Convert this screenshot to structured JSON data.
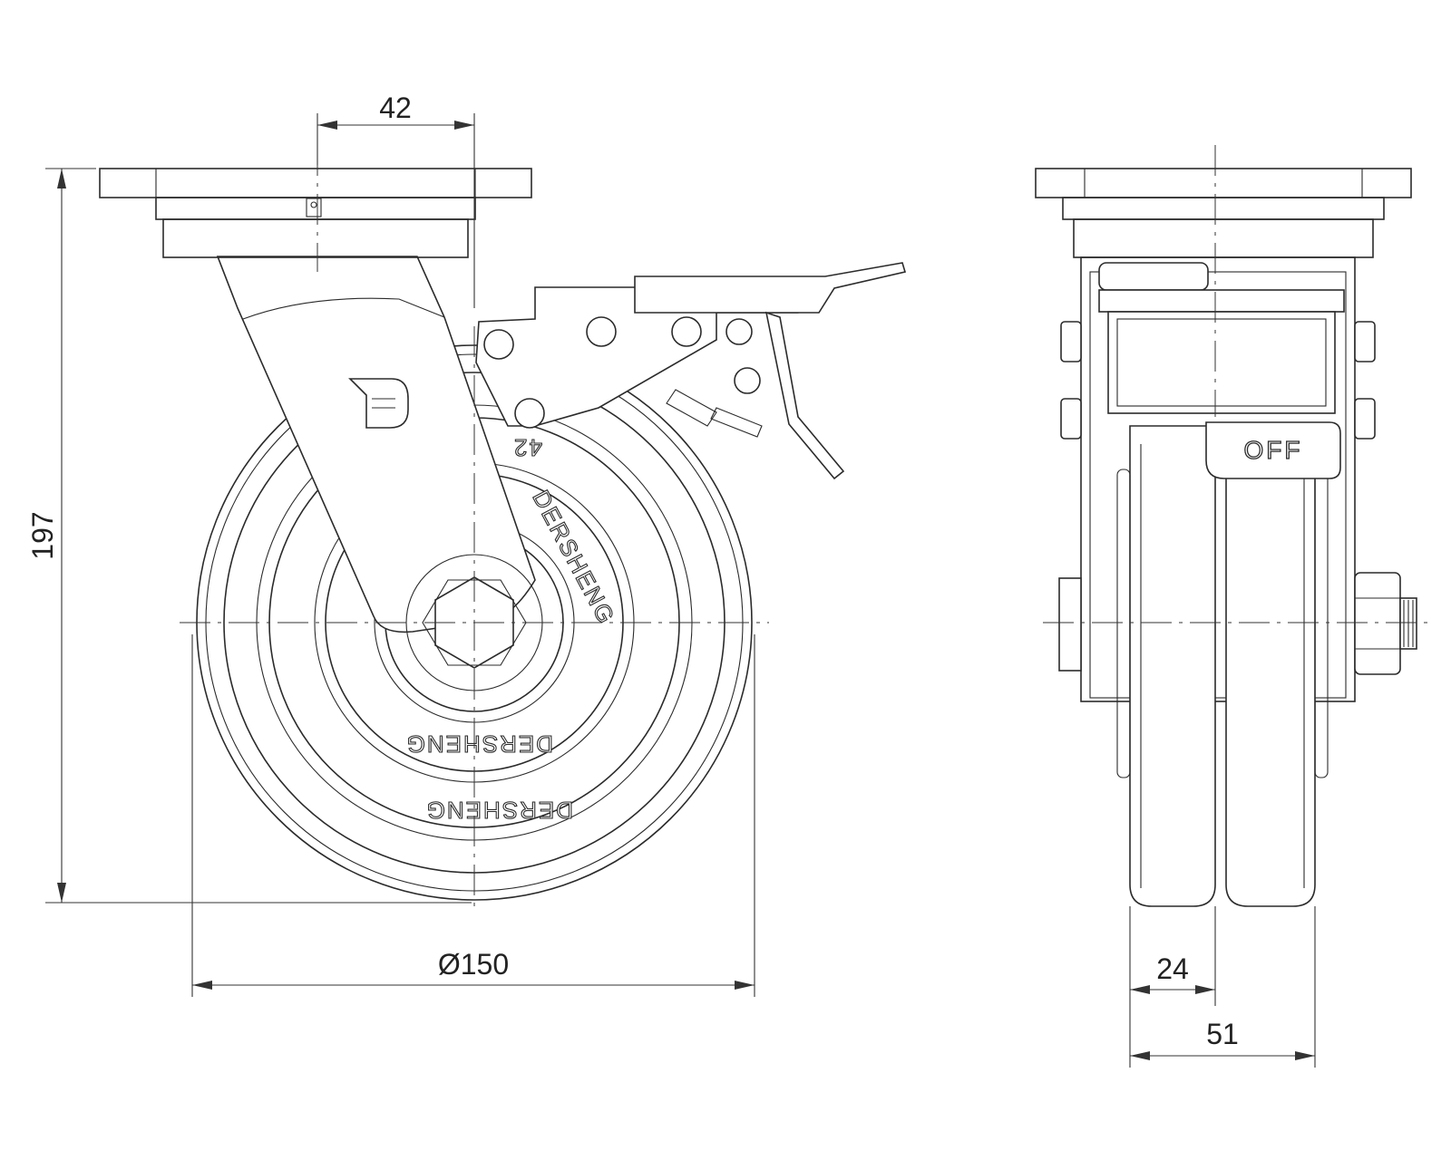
{
  "dimensions": {
    "offset": "42",
    "height": "197",
    "wheel_diameter": "Ø150",
    "tread_width": "24",
    "overall_width": "51"
  },
  "markings": {
    "brand": "DERSHENG",
    "brake_label": "OFF",
    "rim_number": "42"
  },
  "icons": [
    "brand-logo-icon"
  ],
  "colors": {
    "line": "#2b2b2b",
    "background": "#ffffff"
  }
}
